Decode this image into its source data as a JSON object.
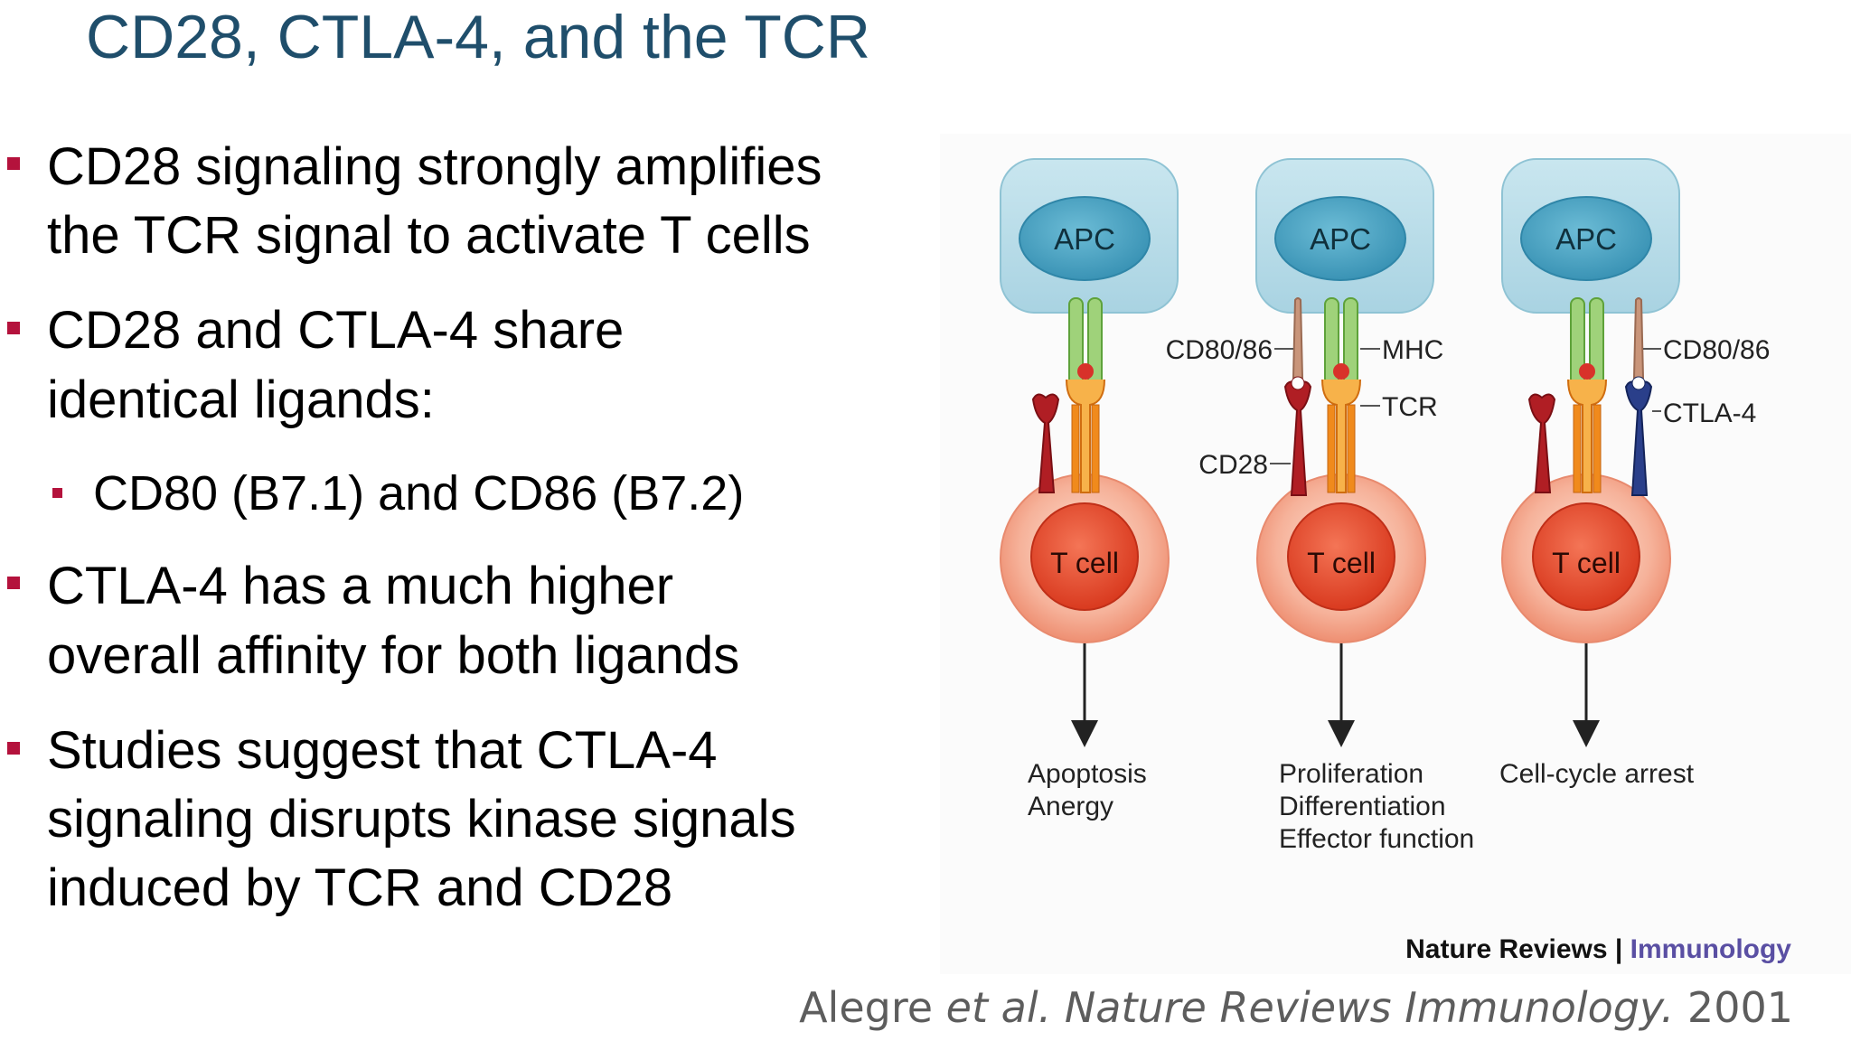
{
  "slide": {
    "title": "CD28, CTLA-4, and the TCR",
    "bullets": [
      {
        "line1": "CD28 signaling strongly amplifies",
        "line2": "the TCR signal to activate T cells"
      },
      {
        "line1": "CD28 and CTLA-4 share",
        "line2": "identical ligands:"
      },
      {
        "sub": "CD80 (B7.1) and CD86 (B7.2)"
      },
      {
        "line1": "CTLA-4 has a much higher",
        "line2": "overall affinity for both ligands"
      },
      {
        "line1": "Studies suggest that CTLA-4",
        "line2": "signaling disrupts kinase signals",
        "line3": "induced by TCR and CD28"
      }
    ],
    "colors": {
      "title": "#1f4e6b",
      "bullet": "#b4123c"
    }
  },
  "diagram": {
    "panels": [
      {
        "apc": "APC",
        "tcell": "T cell",
        "outcomes": [
          "Apoptosis",
          "Anergy"
        ]
      },
      {
        "apc": "APC",
        "tcell": "T cell",
        "outcomes": [
          "Proliferation",
          "Differentiation",
          "Effector function"
        ]
      },
      {
        "apc": "APC",
        "tcell": "T cell",
        "outcomes": [
          "Cell-cycle arrest"
        ]
      }
    ],
    "labels": {
      "cd80_86_left": "CD80/86",
      "mhc": "MHC",
      "tcr": "TCR",
      "cd28": "CD28",
      "cd80_86_right": "CD80/86",
      "ctla4": "CTLA-4"
    },
    "credit": {
      "publisher": "Nature Reviews",
      "separator": "|",
      "journal": "Immunology"
    },
    "colors": {
      "apc_box": "#b9dde9",
      "apc_nucleus": "#4ea6c6",
      "t_cell": "#f3a58a",
      "t_nucleus": "#e44a2c",
      "mhc": "#9fd27a",
      "tcr": "#f08a1c",
      "cd28": "#b01e24",
      "ctla4": "#2a3f8a",
      "ligand": "#c9957a"
    }
  },
  "citation": {
    "author": "Alegre",
    "etal": "et al.",
    "journal": "Nature Reviews Immunology.",
    "year": "2001"
  }
}
